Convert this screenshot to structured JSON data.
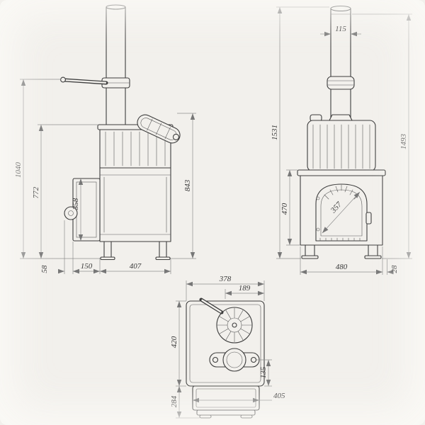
{
  "app": {
    "background": "#f2f0ec",
    "line_color": "#3d3d3d",
    "dim_line_color": "#8f8f8f",
    "text_color": "#3a3a3a"
  },
  "views": {
    "side": {
      "label": "side-view",
      "dims": {
        "total_height": "1040",
        "height_to_tank_top": "772",
        "door_height": "358",
        "stove_body_height": "843",
        "valve_offset": "58",
        "door_depth": "150",
        "body_depth": "407"
      }
    },
    "front": {
      "label": "front-view",
      "dims": {
        "chimney_diameter": "115",
        "total_height": "1531",
        "height_to_collar": "1493",
        "firebox_height": "470",
        "glass_diagonal": "357",
        "body_width": "480",
        "edge_offset": "28"
      }
    },
    "top": {
      "label": "top-view",
      "dims": {
        "body_depth": "378",
        "half_depth": "189",
        "upper_depth": "420",
        "base_depth": "284",
        "chimney_offset": "135",
        "base_width": "405"
      }
    }
  }
}
